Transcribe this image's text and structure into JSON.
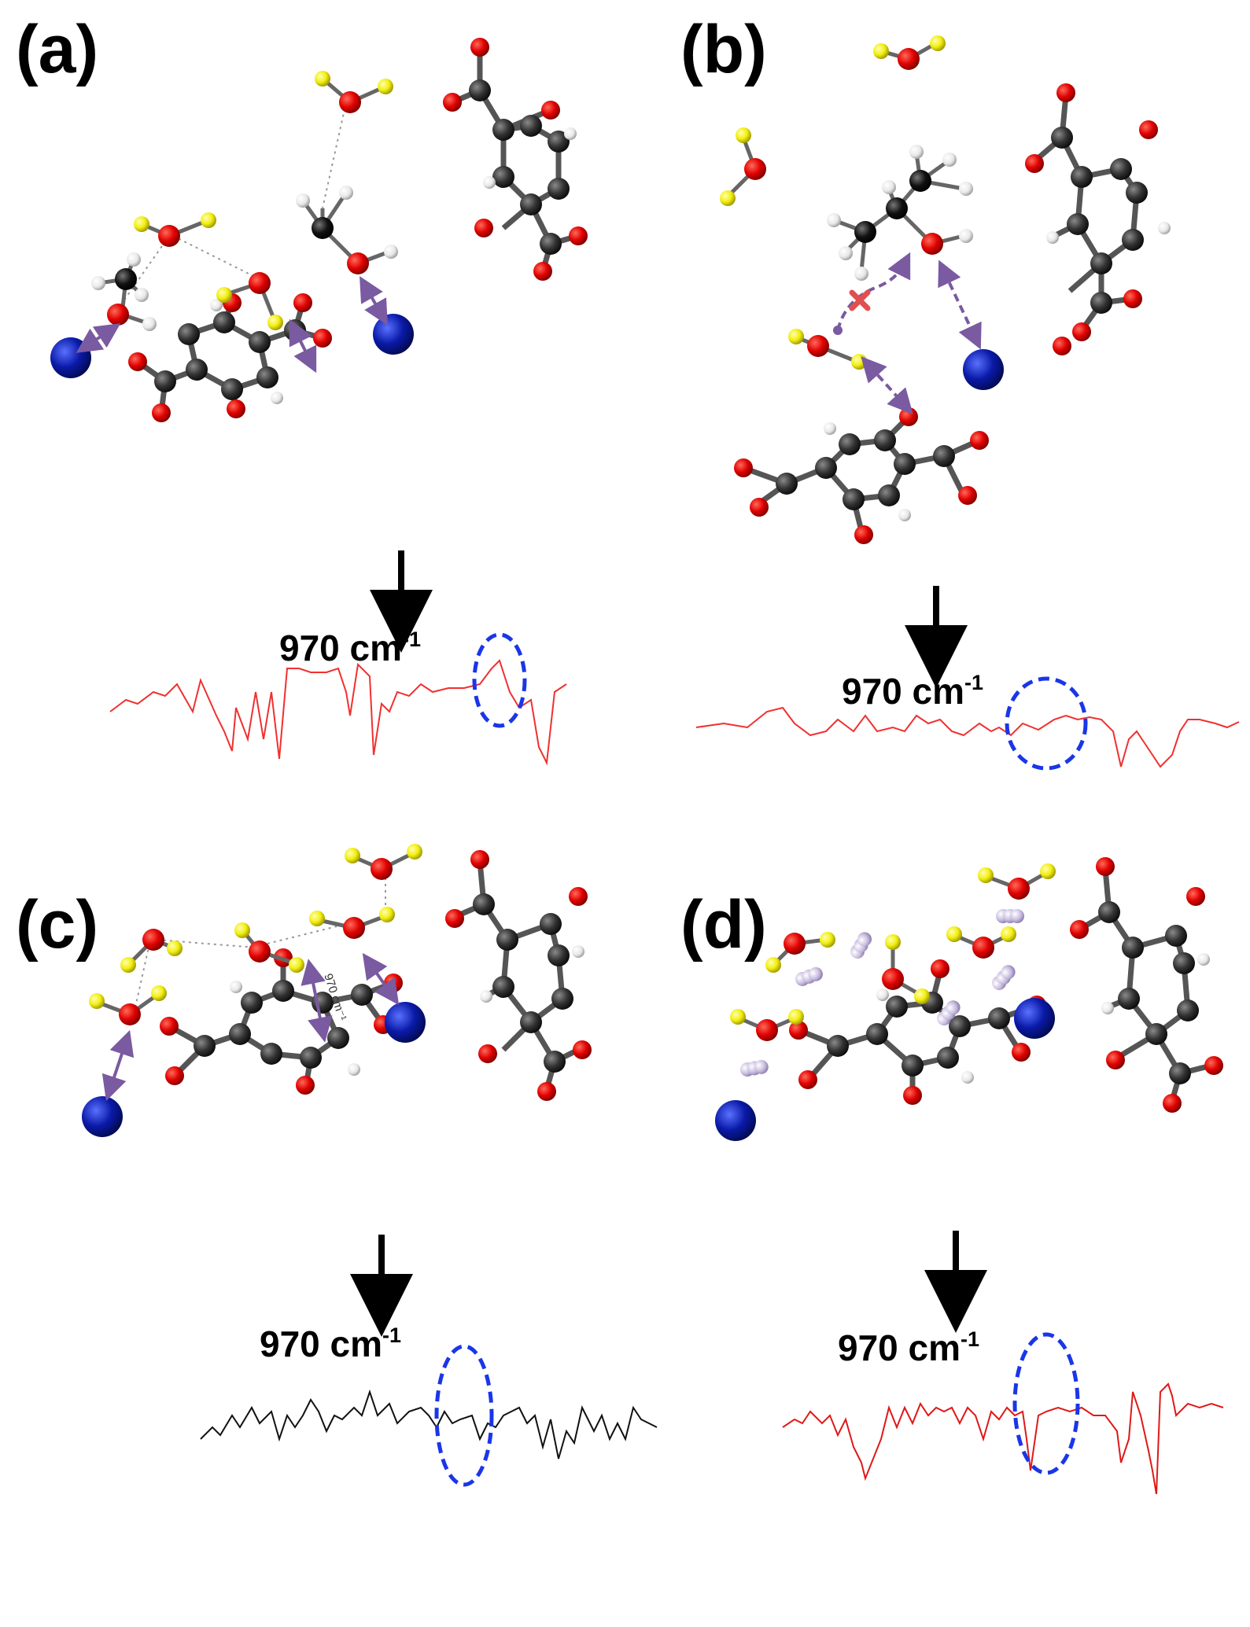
{
  "figure": {
    "panels": [
      {
        "id": "a",
        "label": "(a)",
        "peak_value": "970 cm",
        "peak_superscript": "-1",
        "spectrum_color": "#f03030"
      },
      {
        "id": "b",
        "label": "(b)",
        "peak_value": "970 cm",
        "peak_superscript": "-1",
        "spectrum_color": "#f03030"
      },
      {
        "id": "c",
        "label": "(c)",
        "peak_value": "970 cm",
        "peak_superscript": "-1",
        "spectrum_color": "#111111",
        "inline_label": "970 cm⁻¹"
      },
      {
        "id": "d",
        "label": "(d)",
        "peak_value": "970 cm",
        "peak_superscript": "-1",
        "spectrum_color": "#e01818"
      }
    ],
    "colors": {
      "oxygen": "#e00000",
      "carbon": "#333333",
      "hydrogen": "#eeeeee",
      "water_hydrogen": "#f2ee10",
      "metal_ion": "#0a1aa8",
      "interaction_arrow": "#7a5aa0",
      "highlight_circle": "#1a36e8",
      "gas_molecule": "#c8bde0"
    }
  }
}
